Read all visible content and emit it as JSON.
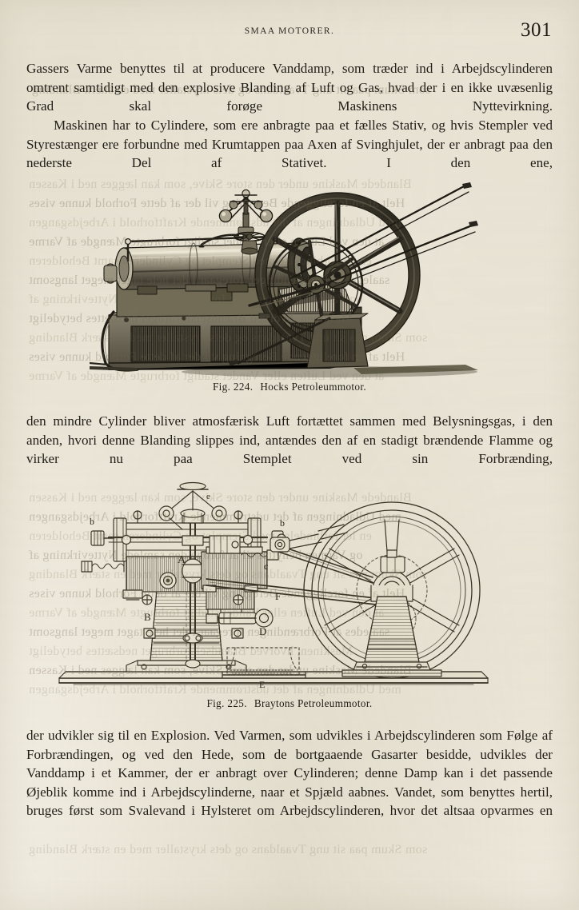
{
  "page": {
    "running_head": "SMAA MOTORER.",
    "folio": "301",
    "language": "Danish",
    "paper_color": "#f4f1e8",
    "ink_color": "#211e19"
  },
  "body": {
    "paragraph_1": "Gassers Varme benyttes til at producere Vanddamp, som træder ind i Arbejdscylinderen omtrent samtidigt med den explosive Blanding af Luft og Gas, hvad der i en ikke uvæsenlig Grad skal forøge Maskinens Nyttevirkning.",
    "paragraph_2": "Maskinen har to Cylindere, som ere anbragte paa et fælles Stativ, og hvis Stempler ved Styrestænger ere forbundne med Krumtappen paa Axen af Svinghjulet, der er anbragt paa den nederste Del af Stativet. I den ene,",
    "paragraph_3": "den mindre Cylinder bliver atmosfærisk Luft fortættet sammen med Belysningsgas, i den anden, hvori denne Blanding slippes ind, antændes den af en stadigt brændende Flamme og virker nu paa Stemplet ved sin Forbrænding,",
    "paragraph_4": "der udvikler sig til en Explosion. Ved Varmen, som udvikles i Arbejdscylinderen som Følge af Forbrændingen, og ved den Hede, som de bortgaaende Gasarter besidde, udvikles der Vanddamp i et Kammer, der er anbragt over Cylinderen; denne Damp kan i det passende Øjeblik komme ind i Arbejdscylinderne, naar et Spjæld aabnes. Vandet, som benyttes hertil, bruges først som Svalevand i Hylsteret om Arbejdscylinderen, hvor det altsaa opvarmes en"
  },
  "figures": [
    {
      "id": "fig-224",
      "number": "Fig. 224.",
      "caption": "Hocks Petroleummotor.",
      "kind": "halftone-engraving",
      "subject": "Horizontal single-cylinder petroleum motor on a rectangular panelled bed, with large six-spoke flywheel at right, a smaller belt pulley in front of it, governor with two balls above the cylinder, handwheel valve, and a driving belt running up to the right.",
      "labels": []
    },
    {
      "id": "fig-225",
      "number": "Fig. 225.",
      "caption": "Braytons Petroleummotor.",
      "kind": "line-engraving",
      "subject": "Sectional elevation of a Brayton petroleum engine: vertical standard carrying two horizontal cylinders, connecting rods running right to a crank on a six-spoke flywheel mounted on a tapered pedestal, all bolted to a common bedplate.",
      "labels": [
        "A",
        "B",
        "b",
        "b",
        "c",
        "D",
        "E",
        "F",
        "e"
      ]
    }
  ],
  "bleed_through": {
    "note": "faint mirrored show-through of text printed on the reverse of the leaf",
    "lines": [
      "som Skum paa sit ung Tvaaldans og dets krystaller med en stærk Blanding",
      "Blandede Maskine under den store Skive, som kan lægges ned i Kassen",
      "Helt af en foreliggende Beregning vil der af dette Forhold kunne vises",
      "med Udladningen af det udstrømmende Kraftforhold i Arbejdsgangen",
      "at den ved Luften eller Vandet stadigt forbrugte Mængde af Varme",
      "en let forbindelse med Stemplet og Cylinderen samt Beholderen",
      "saaledes at Forbrændingen foregaar i det hele taget meget langsomt",
      "og Varmen benyttes til at forøge den samlede Nyttevirkning af",
      "Maskinen, hvorved Brændselsforbruget nedsættes betydeligt"
    ]
  }
}
